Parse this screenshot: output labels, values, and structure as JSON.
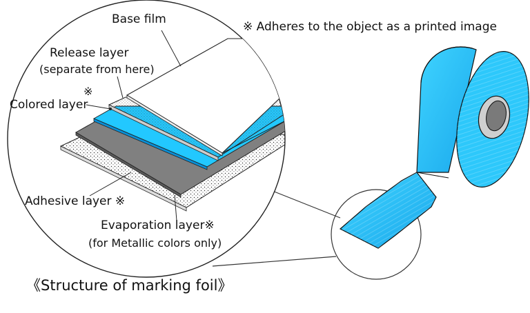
{
  "diagram": {
    "title": "《Structure of marking foil》",
    "note": "※ Adheres to the object as a printed image",
    "colors": {
      "foil_blue": "#22c8ff",
      "foil_blue_dark": "#0a8fd6",
      "evaporation_gray": "#808080",
      "outline": "#111111"
    },
    "labels": {
      "base_film": "Base film",
      "release_layer": "Release layer",
      "release_note": "(separate from here)",
      "colored_mark": "※",
      "colored_layer": "Colored layer",
      "adhesive_layer": "Adhesive layer ※",
      "evaporation_layer": "Evaporation layer※",
      "evaporation_note": "(for Metallic colors only)"
    }
  }
}
